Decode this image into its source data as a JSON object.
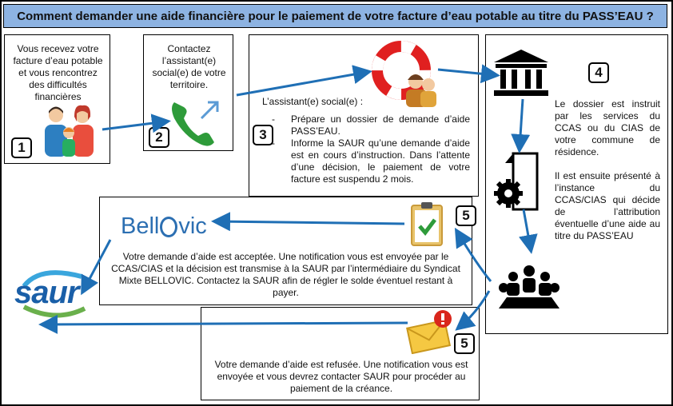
{
  "header": {
    "title": "Comment demander une aide financière pour le paiement de votre facture d’eau potable au titre du PASS’EAU ?"
  },
  "step1": {
    "number": "1",
    "text": "Vous recevez votre facture d’eau potable et vous rencontrez des difficultés financières"
  },
  "step2": {
    "number": "2",
    "text": "Contactez l’assistant(e) social(e) de votre territoire."
  },
  "step3": {
    "number": "3",
    "intro": "L’assistant(e) social(e) :",
    "items": [
      "Prépare un dossier de demande d’aide PASS’EAU.",
      "Informe la SAUR qu’une demande d’aide est en cours d’instruction. Dans l’attente d’une décision, le paiement de votre facture est suspendu 2 mois."
    ]
  },
  "step4": {
    "number": "4",
    "text1": "Le dossier est instruit par les services du CCAS ou du CIAS de votre commune de résidence.",
    "text2": "Il est ensuite présenté à l’instance du CCAS/CIAS qui décide de l’attribution éventuelle d’une aide au titre du PASS’EAU"
  },
  "step5_accepted": {
    "number": "5",
    "text": "Votre demande d’aide est acceptée. Une notification vous est envoyée par le CCAS/CIAS et la décision est transmise à la SAUR par l’intermédiaire du Syndicat Mixte BELLOVIC. Contactez la SAUR afin de régler le solde éventuel restant à payer."
  },
  "step5_refused": {
    "number": "5",
    "text": "Votre demande d’aide est refusée. Une notification vous est envoyée et vous devrez contacter SAUR pour procéder au paiement de la créance."
  },
  "logos": {
    "bellovic_a": "Bell",
    "bellovic_b": "vic",
    "saur": "saur"
  },
  "colors": {
    "header_bg": "#8db3e2",
    "arrow": "#1f6fb5",
    "phone": "#2e9b3a"
  }
}
